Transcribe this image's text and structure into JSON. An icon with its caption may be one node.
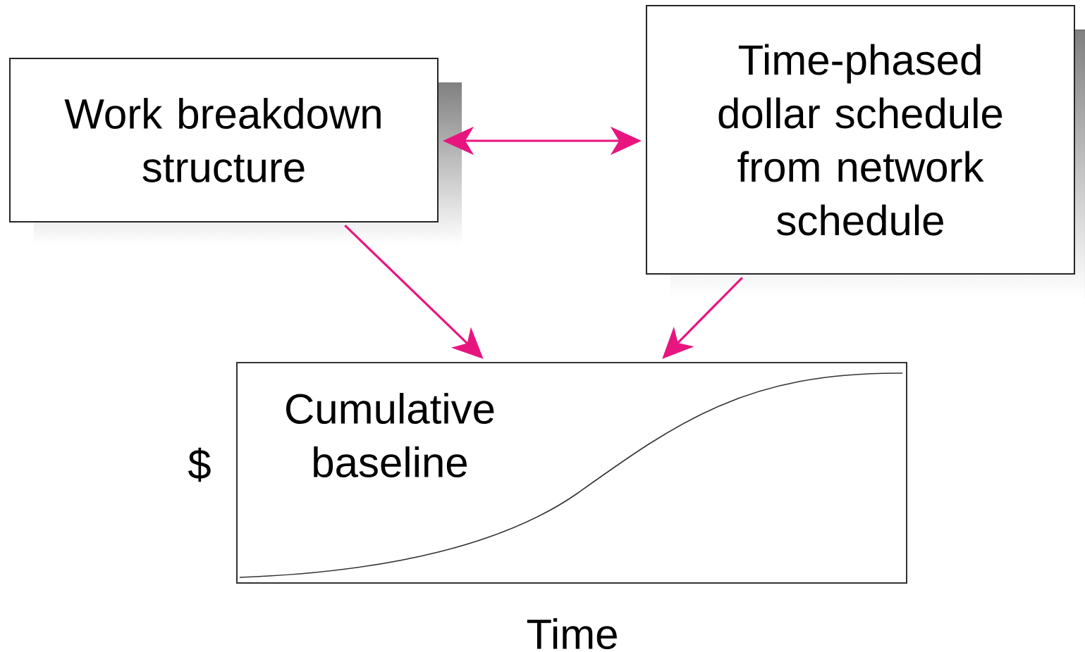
{
  "diagram": {
    "nodes": [
      {
        "text": [
          "Work breakdown structure"
        ]
      },
      {
        "text": [
          "Time-phased dollar schedule from network schedule"
        ]
      },
      {
        "text": [
          "Cumulative baseline"
        ],
        "beside": [
          "$",
          "Time"
        ]
      }
    ],
    "edges": [
      {
        "from": 0,
        "to": 1,
        "arrow": "both"
      },
      {
        "from": 0,
        "to": 2,
        "arrow": "to"
      },
      {
        "from": 1,
        "to": 2,
        "arrow": "to"
      }
    ]
  }
}
